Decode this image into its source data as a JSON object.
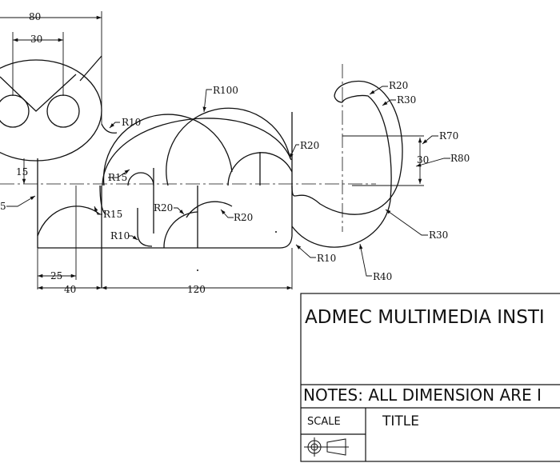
{
  "dimensions": {
    "d80": "80",
    "d30_top": "30",
    "d15": "15",
    "d5_left": "5",
    "d25": "25",
    "d40": "40",
    "d120": "120",
    "d30_tail": "30"
  },
  "radii": {
    "r100": "R100",
    "r10_top": "R10",
    "r20_body": "R20",
    "r15_inner": "R15",
    "r15_leg": "R15",
    "r20_leg_a": "R20",
    "r20_leg_b": "R20",
    "r10_foot": "R10",
    "r10_bottom": "R10",
    "r20_tail_top": "R20",
    "r30_tail_top": "R30",
    "r70": "R70",
    "r80": "R80",
    "r30_tail_low": "R30",
    "r40": "R40"
  },
  "title_block": {
    "institute": "ADMEC MULTIMEDIA INSTI",
    "notes": "NOTES: ALL DIMENSION ARE I",
    "scale_label": "SCALE",
    "title_label": "TITLE"
  },
  "colors": {
    "line": "#111111",
    "background": "#ffffff"
  }
}
